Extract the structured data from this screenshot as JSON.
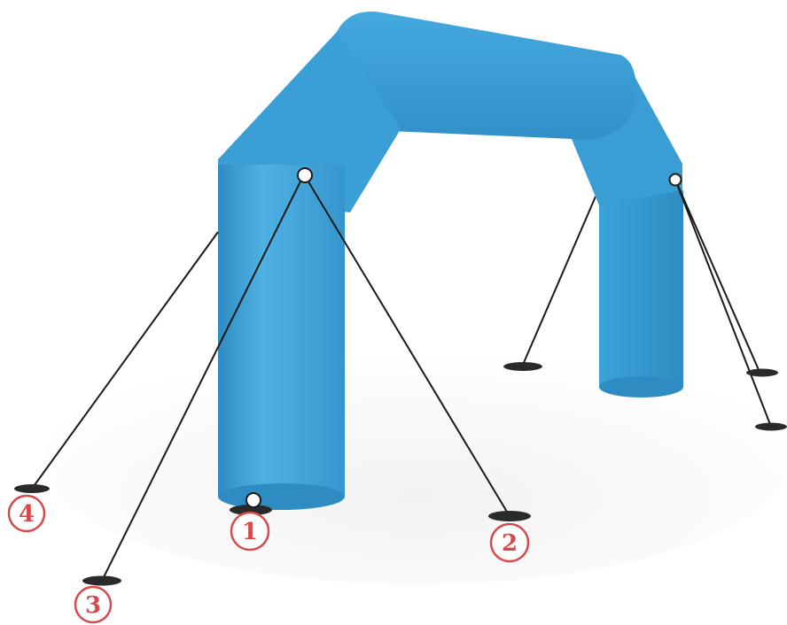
{
  "colors": {
    "arch_fill": "#3a9fd6",
    "arch_shadow": "#2f8cc2",
    "arch_highlight": "#4fb1e2",
    "rope": "#1a1a1a",
    "anchor": "#2a2a2a",
    "label": "#d64a4a",
    "background": "#ffffff"
  },
  "labels": {
    "one": "1",
    "two": "2",
    "three": "3",
    "four": "4"
  }
}
